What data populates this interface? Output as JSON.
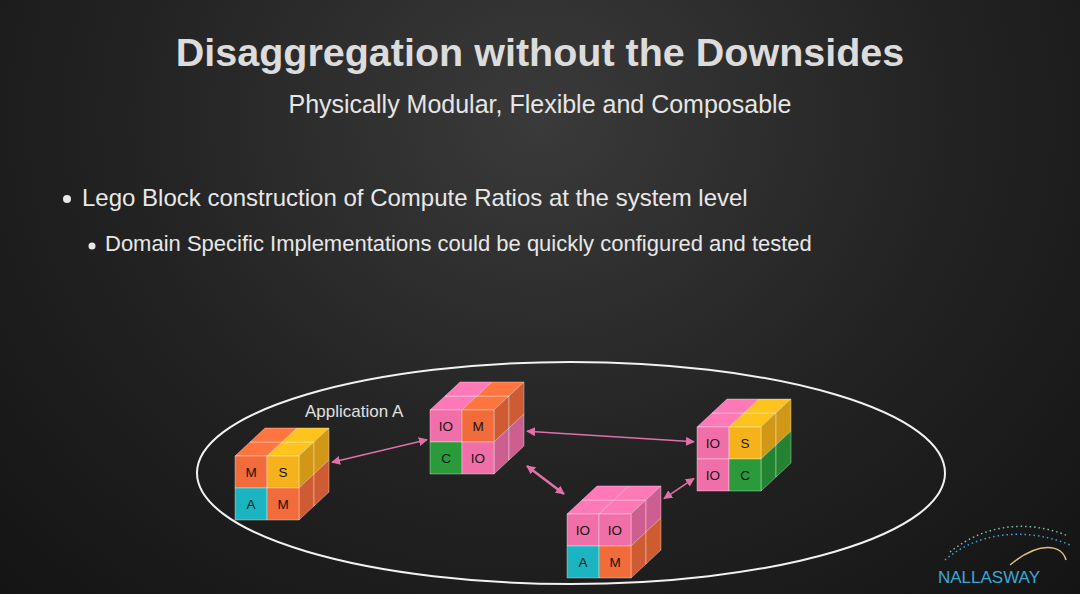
{
  "diagram": {
    "title": "Disaggregation without the Downsides",
    "nodes": [
      {
        "text": [
          "Application A"
        ]
      },
      {
        "text": [
          "M",
          "S",
          "A",
          "M"
        ],
        "in": 0
      },
      {
        "text": [
          "IO",
          "M",
          "C",
          "IO"
        ],
        "in": 0
      },
      {
        "text": [
          "IO",
          "S",
          "IO",
          "C"
        ],
        "in": 0
      },
      {
        "text": [
          "IO",
          "IO",
          "A",
          "M"
        ],
        "in": 0
      }
    ],
    "edges": [
      {
        "from": 1,
        "to": 2,
        "arrow": "both"
      },
      {
        "from": 2,
        "to": 3,
        "arrow": "both"
      },
      {
        "from": 2,
        "to": 4,
        "arrow": "both"
      },
      {
        "from": 4,
        "to": 3,
        "arrow": "both"
      }
    ],
    "labels": [
      "Physically Modular, Flexible and Composable",
      "Lego Block construction of Compute Ratios at the system level",
      "Domain Specific Implementations could be quickly configured and tested",
      "NALLASWAY"
    ]
  }
}
